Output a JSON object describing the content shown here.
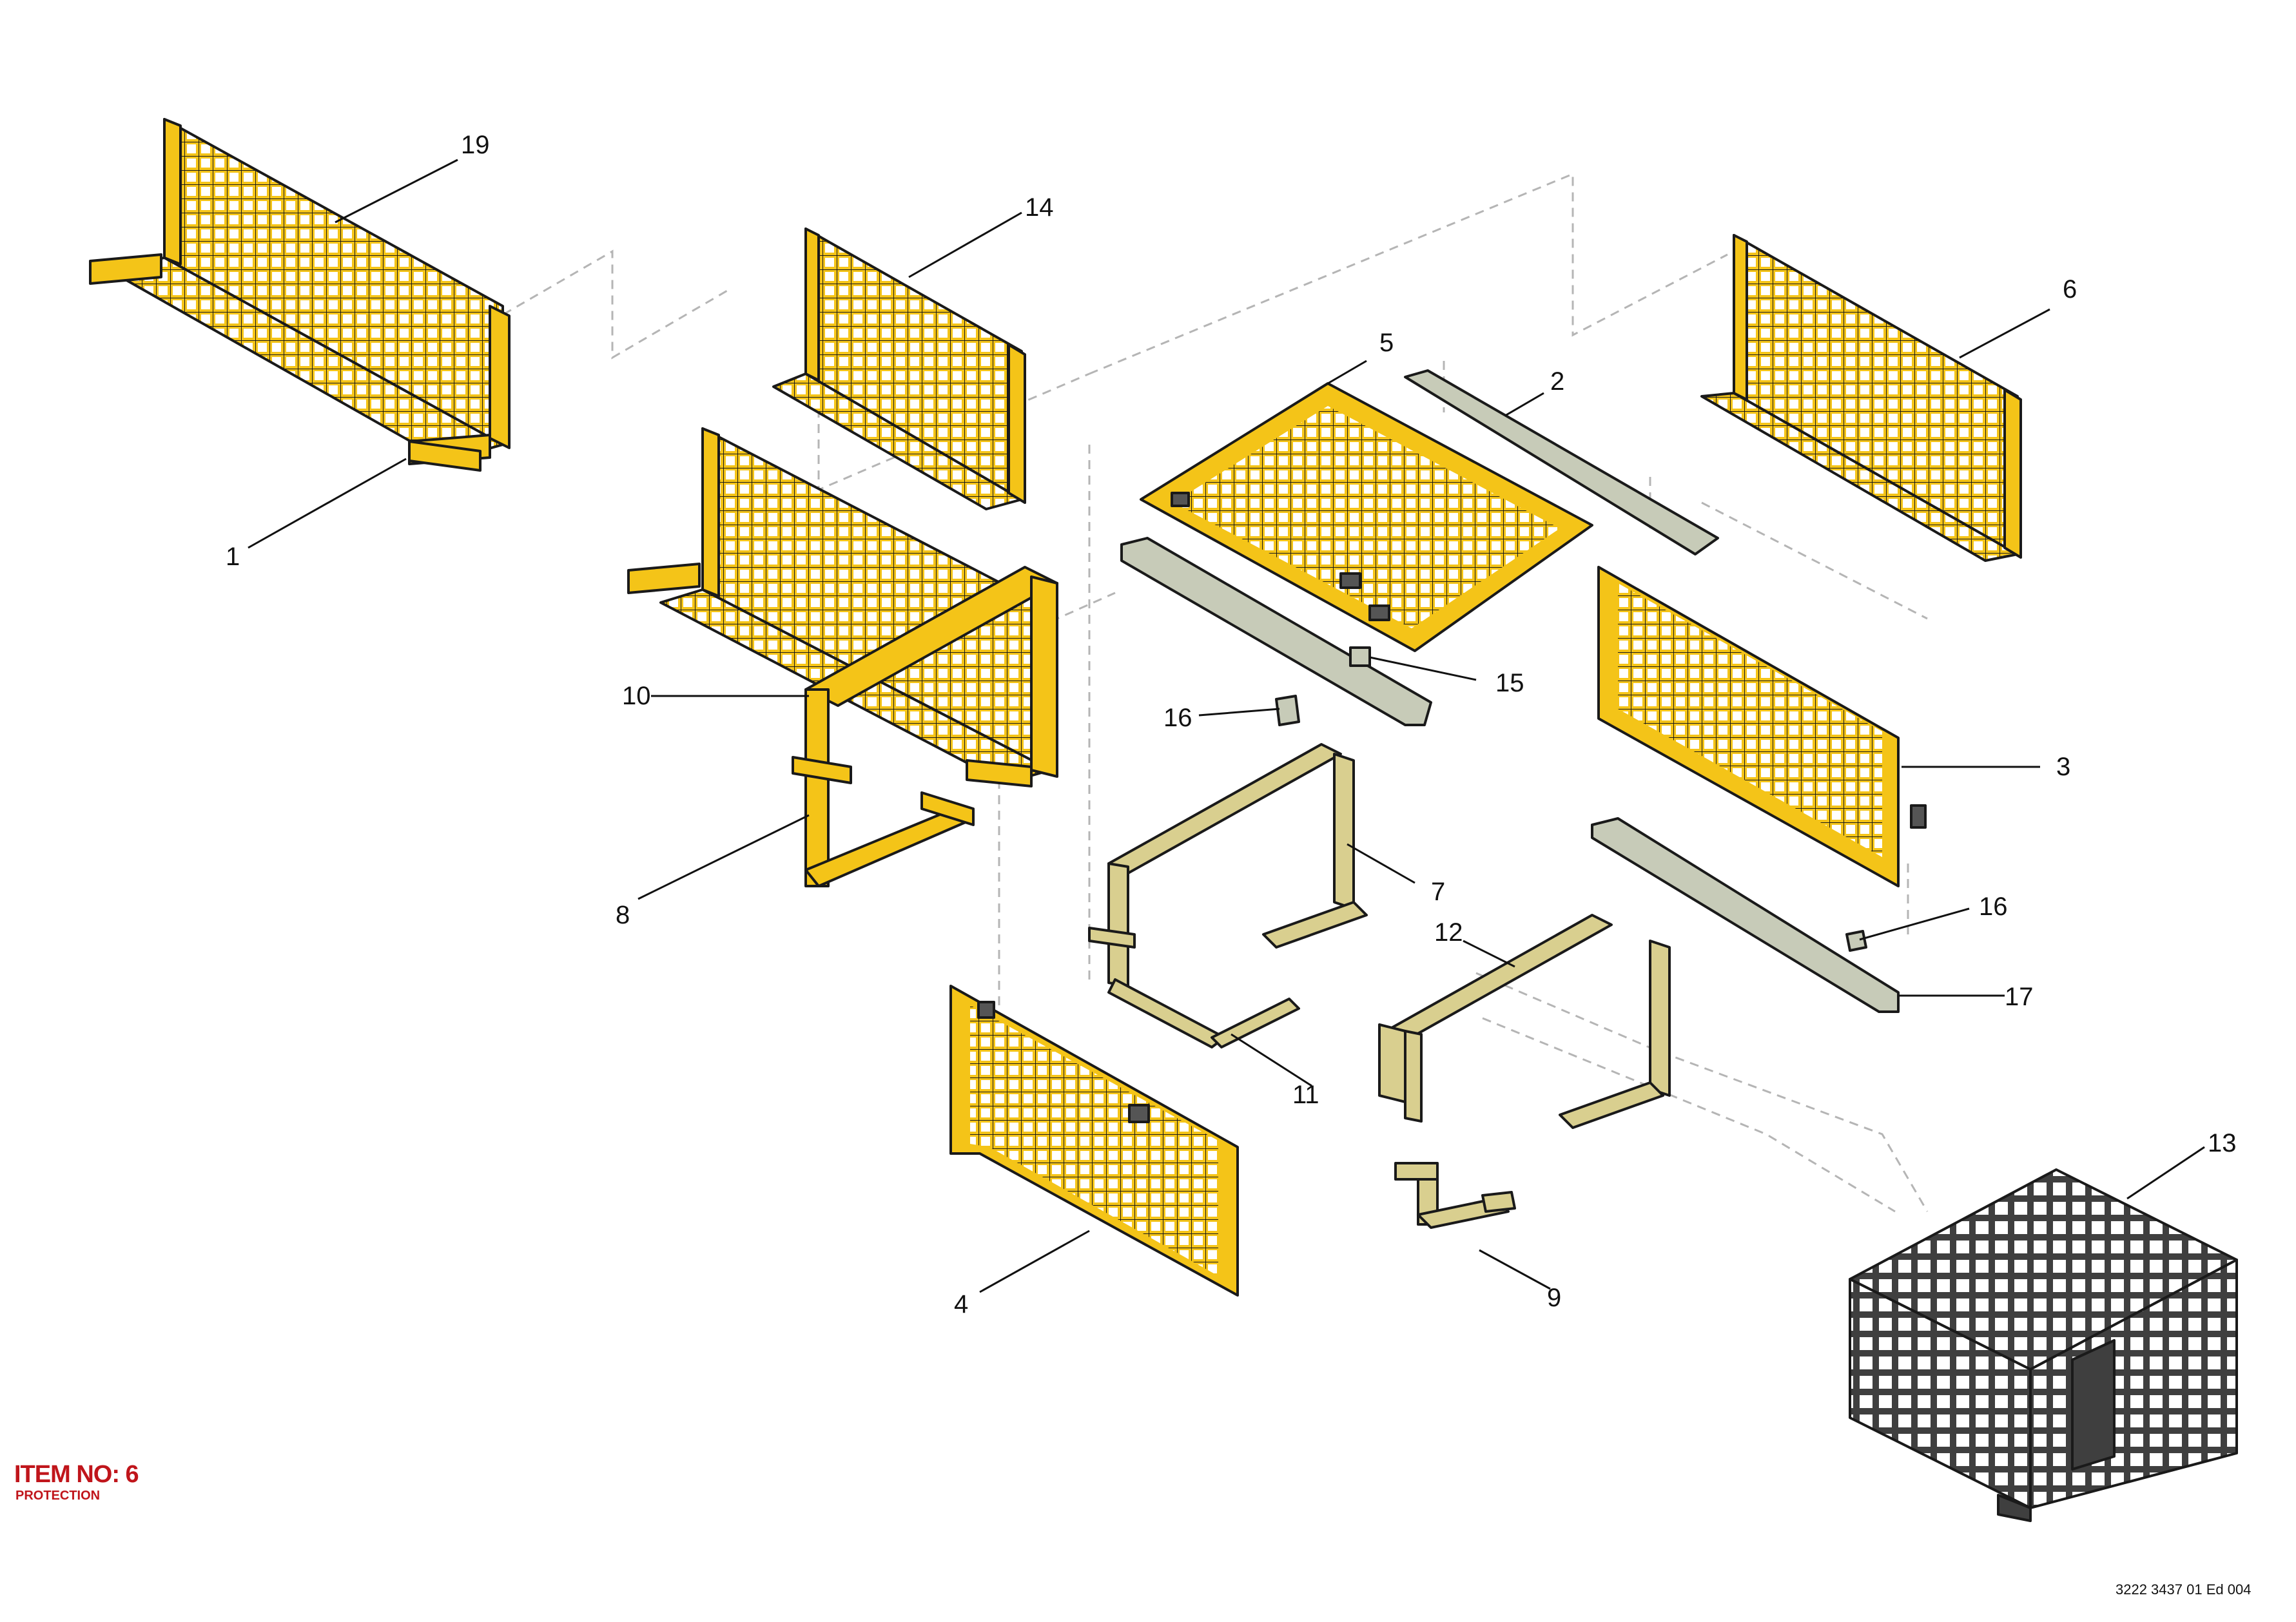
{
  "document": {
    "item_title": "ITEM NO: 6",
    "item_subtitle": "PROTECTION",
    "reference": "3222 3437 01 Ed 004"
  },
  "colors": {
    "guard_yellow": "#f4c418",
    "frame_khaki": "#d9cf8f",
    "bracket_grey": "#c7cbb8",
    "cover_dark": "#4a4a4a",
    "mesh_black": "#1a1a1a",
    "title_red": "#c0151b"
  },
  "callouts": [
    "1",
    "2",
    "3",
    "4",
    "5",
    "6",
    "7",
    "8",
    "9",
    "10",
    "11",
    "12",
    "13",
    "14",
    "15",
    "16",
    "16",
    "17",
    "19"
  ]
}
